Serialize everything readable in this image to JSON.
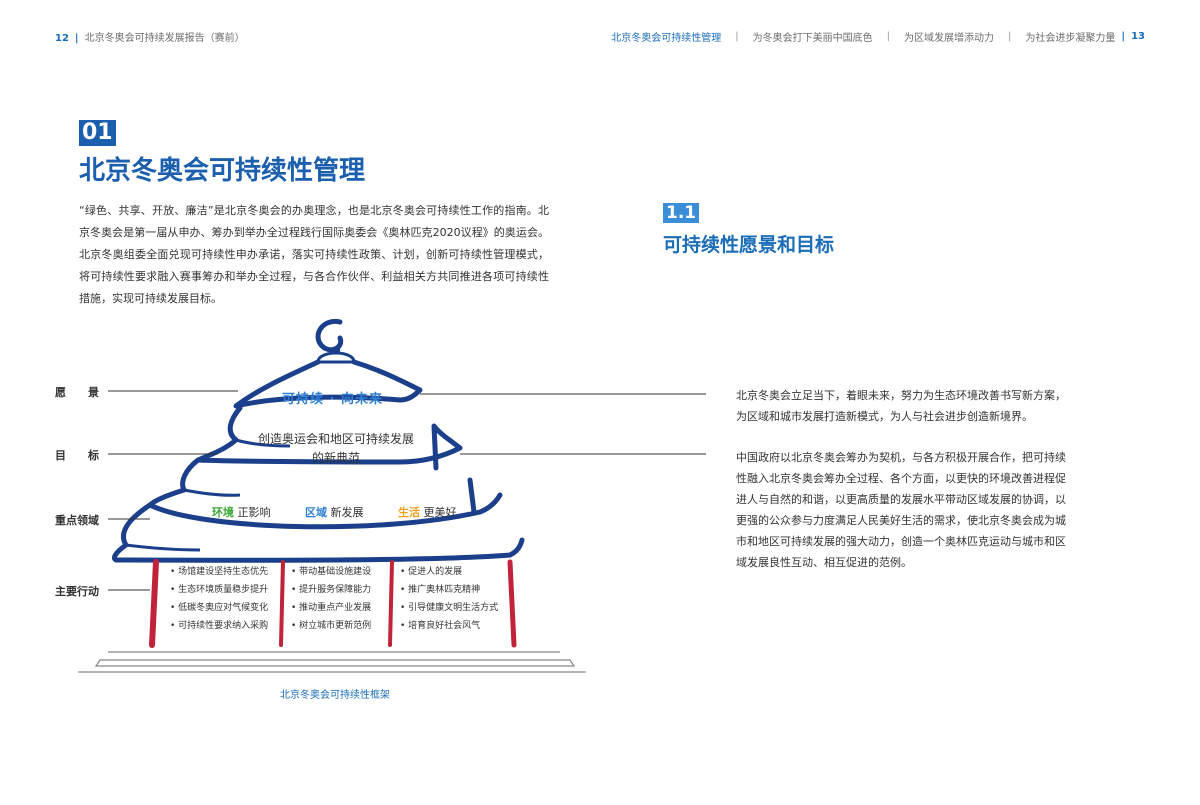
{
  "header": {
    "left_page_num": "12",
    "left_title": "北京冬奥会可持续发展报告（赛前）",
    "nav": [
      {
        "label": "北京冬奥会可持续性管理",
        "active": true
      },
      {
        "label": "为冬奥会打下美丽中国底色",
        "active": false
      },
      {
        "label": "为区域发展增添动力",
        "active": false
      },
      {
        "label": "为社会进步凝聚力量",
        "active": false
      }
    ],
    "right_page_num": "13"
  },
  "section": {
    "number": "01",
    "title": "北京冬奥会可持续性管理",
    "intro": "“绿色、共享、开放、廉洁”是北京冬奥会的办奥理念，也是北京冬奥会可持续性工作的指南。北京冬奥会是第一届从申办、筹办到举办全过程践行国际奥委会《奥林匹克2020议程》的奥运会。北京冬奥组委全面兑现可持续性申办承诺，落实可持续性政策、计划，创新可持续性管理模式，将可持续性要求融入赛事筹办和举办全过程，与各合作伙伴、利益相关方共同推进各项可持续性措施，实现可持续发展目标。"
  },
  "subsection": {
    "number": "1.1",
    "title": "可持续性愿景和目标"
  },
  "framework": {
    "labels": {
      "vision": "愿　　景",
      "goal": "目　　标",
      "focus": "重点领域",
      "actions": "主要行动"
    },
    "vision": "可持续 · 向未来",
    "goal_line1": "创造奥运会和地区可持续发展",
    "goal_line2": "的新典范",
    "focus": [
      {
        "key": "环境",
        "rest": " 正影响"
      },
      {
        "key": "区域",
        "rest": " 新发展"
      },
      {
        "key": "生活",
        "rest": " 更美好"
      }
    ],
    "actions": [
      [
        "• 场馆建设坚持生态优先",
        "• 生态环境质量稳步提升",
        "• 低碳冬奥应对气候变化",
        "• 可持续性要求纳入采购"
      ],
      [
        "• 带动基础设施建设",
        "• 提升服务保障能力",
        "• 推动重点产业发展",
        "• 树立城市更新范例"
      ],
      [
        "• 促进人的发展",
        "• 推广奥林匹克精神",
        "• 引导健康文明生活方式",
        "• 培育良好社会风气"
      ]
    ],
    "caption": "北京冬奥会可持续性框架"
  },
  "right_text": {
    "vision_para": "北京冬奥会立足当下，着眼未来，努力为生态环境改善书写新方案，为区域和城市发展打造新模式，为人与社会进步创造新境界。",
    "goal_para": "中国政府以北京冬奥会筹办为契机，与各方积极开展合作，把可持续性融入北京冬奥会筹办全过程、各个方面，以更快的环境改善进程促进人与自然的和谐，以更高质量的发展水平带动区域发展的协调，以更强的公众参与力度满足人民美好生活的需求，使北京冬奥会成为城市和地区可持续发展的强大动力，创造一个奥林匹克运动与城市和区域发展良性互动、相互促进的范例。"
  },
  "colors": {
    "primary": "#1b5fae",
    "accent": "#2e7fd3",
    "red_pillar": "#c0233a",
    "green": "#3aa635",
    "orange": "#f0a020"
  }
}
